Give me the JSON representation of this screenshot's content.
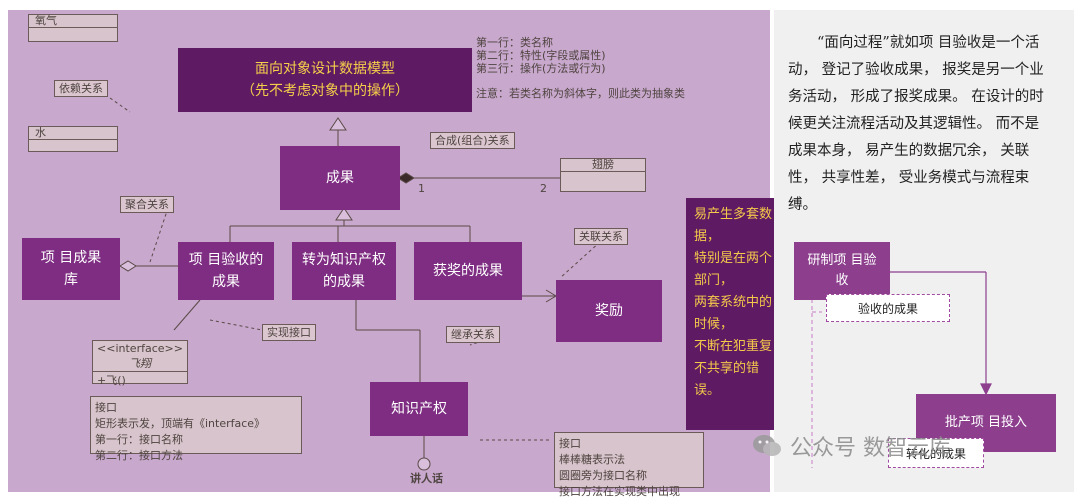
{
  "diagram": {
    "title_line1": "面向对象设计数据模型",
    "title_line2": "（先不考虑对象中的操作）",
    "top_left_boxes": [
      "氧气",
      "依赖关系",
      "水"
    ],
    "legend_lines": [
      "第一行：类名称",
      "第二行：特性(字段或属性)",
      "第三行：操作(方法或行为)",
      "注意：若类名称为斜体字，则此类为抽象类"
    ],
    "composition_label": "合成(组合)关系",
    "multiplicity_1": "1",
    "multiplicity_2": "2",
    "wing_box": "翅膀",
    "aggregation_label": "聚合关系",
    "association_label": "关联关系",
    "implement_label": "实现接口",
    "inherit_label": "继承关系",
    "interface_stereo": "<<interface>>",
    "interface_name": "飞翔",
    "interface_method": "+飞()",
    "interface_note": [
      "接口",
      "矩形表示发，顶端有《interface》",
      "第一行：接口名称",
      "第二行：接口方法"
    ],
    "lollipop_note": [
      "接口",
      "棒棒糖表示法",
      "圆圈旁为接口名称",
      "接口方法在实现类中出现"
    ],
    "lollipop_name": "讲人话",
    "watermark": "公众号  数智云库",
    "nodes": {
      "achievement": "成果",
      "library": "项 目成果库",
      "acceptance": "项 目验收的成果",
      "ip_convert": "转为知识产权的成果",
      "award_result": "获奖的成果",
      "reward": "奖励",
      "ip": "知识产权"
    },
    "callout": [
      "易产生多套数据，",
      "特别是在两个部门，",
      "两套系统中的时候，",
      "不断在犯重复不共享的错误。"
    ]
  },
  "sidebar": {
    "paragraph": "“面向过程”就如项 目验收是一个活动， 登记了验收成果， 报奖是另一个业务活动， 形成了报奖成果。 在设计的时候更关注流程活动及其逻辑性。 而不是成果本身， 易产生的数据冗余， 关联性， 共享性差， 受业务模式与流程束缚。",
    "flow_box1": "研制项 目验收",
    "doc1": "验收的成果",
    "flow_box2": "批产项 目投入",
    "doc2": "转化的成果"
  }
}
